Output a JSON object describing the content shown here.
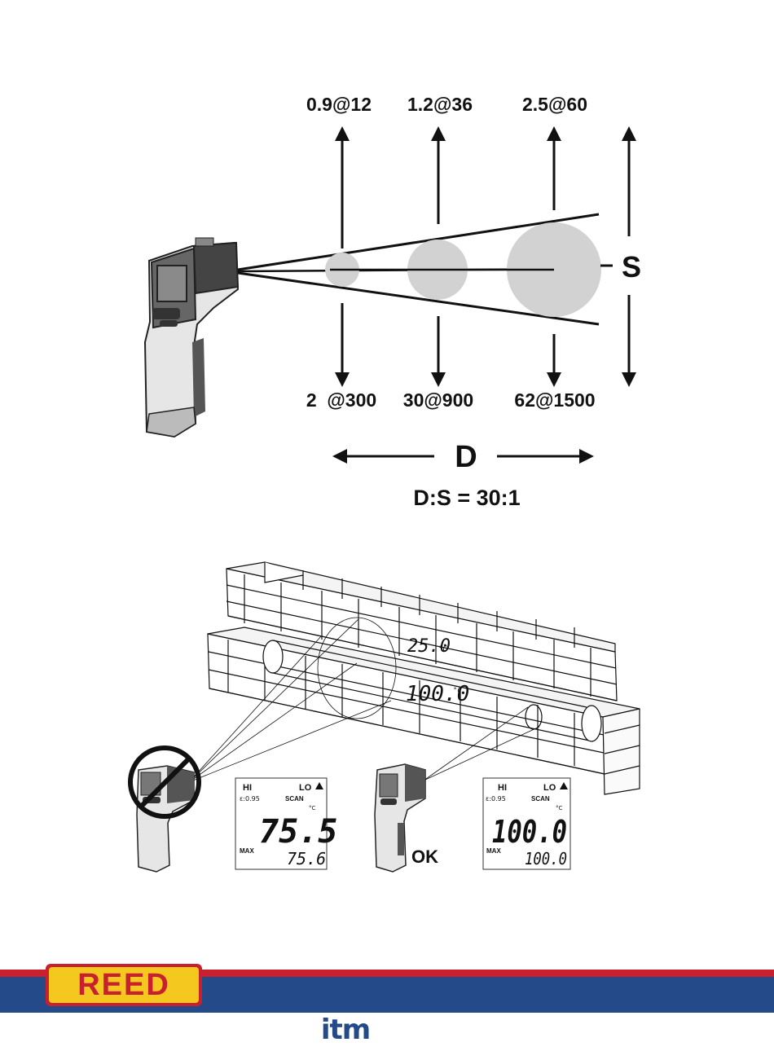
{
  "spot_diagram": {
    "top_labels": [
      "0.9@12",
      "1.2@36",
      "2.5@60"
    ],
    "bottom_labels": [
      "2  @300",
      "30@900",
      "62@1500"
    ],
    "s_label": "S",
    "d_label": "D",
    "ratio_label": "D:S = 30:1"
  },
  "wall_scene": {
    "reading_large_spot": "25.0",
    "reading_small_spot": "100.0",
    "unit": "°C",
    "ok_label": "OK"
  },
  "display_left": {
    "hi": "HI",
    "lo": "LO",
    "emissivity": "ε:0.95",
    "mode": "SCAN",
    "unit": "°C",
    "main_value": "75.5",
    "max_label": "MAX",
    "max_value": "75.6"
  },
  "display_right": {
    "hi": "HI",
    "lo": "LO",
    "emissivity": "ε:0.95",
    "mode": "SCAN",
    "unit": "°C",
    "main_value": "100.0",
    "max_label": "MAX",
    "max_value": "100.0"
  },
  "footer": {
    "brand": "REED",
    "sub_brand": "itm",
    "colors": {
      "red": "#c8202f",
      "blue": "#244a8a",
      "yellow": "#f4c81e"
    }
  }
}
